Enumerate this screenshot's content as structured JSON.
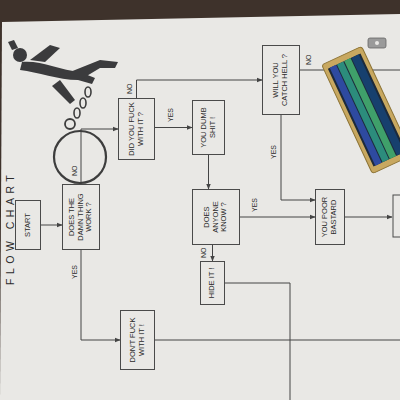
{
  "diagram": {
    "title": "FLOW CHART",
    "nodes": [
      {
        "text": [
          "START"
        ]
      },
      {
        "text": [
          "DOES THE DAMN THING WORK ?"
        ]
      },
      {
        "text": [
          "DID YOU FUCK WITH IT ?"
        ]
      },
      {
        "text": [
          "YOU DUMB SHIT !"
        ]
      },
      {
        "text": [
          "DOES ANYONE KNOW ?"
        ]
      },
      {
        "text": [
          "WILL YOU CATCH HELL ?"
        ]
      },
      {
        "text": [
          "YOU POOR BASTARD"
        ]
      },
      {
        "text": [
          "HIDE IT !"
        ]
      },
      {
        "text": [
          "DON'T FUCK WITH IT !"
        ]
      }
    ],
    "edges": [
      {
        "from": 0,
        "to": 1,
        "arrow": "to"
      },
      {
        "from": 1,
        "to": 8,
        "label": "YES",
        "arrow": "to"
      },
      {
        "from": 1,
        "to": 2,
        "label": "NO",
        "arrow": "to"
      },
      {
        "from": 2,
        "to": 3,
        "label": "YES",
        "arrow": "to"
      },
      {
        "from": 2,
        "to": 5,
        "label": "NO",
        "arrow": "to"
      },
      {
        "from": 3,
        "to": 4,
        "arrow": "to"
      },
      {
        "from": 4,
        "to": 6,
        "label": "YES",
        "arrow": "to"
      },
      {
        "from": 4,
        "to": 7,
        "label": "NO",
        "arrow": "to"
      },
      {
        "from": 5,
        "to": 6,
        "label": "YES",
        "arrow": "to"
      }
    ],
    "labels": [
      "NO"
    ]
  }
}
